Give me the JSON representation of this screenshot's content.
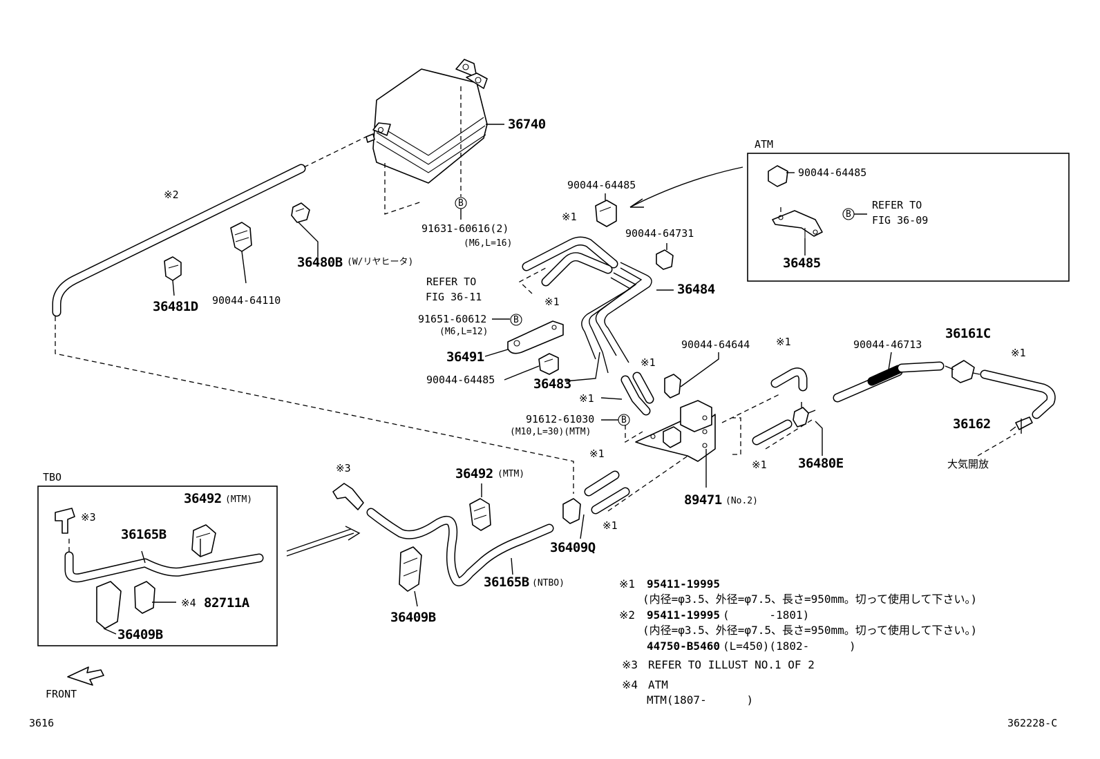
{
  "labels": {
    "p36740": "36740",
    "p90044_64485_a": "90044-64485",
    "p90044_64485_b": "90044-64485",
    "p90044_64485_c": "90044-64485",
    "p91631": "91631-60616(2)",
    "p91631_spec": "(M6,L=16)",
    "p36480B": "36480B",
    "p36480B_note": "(W/リヤヒータ)",
    "p36481D": "36481D",
    "p90044_64110": "90044-64110",
    "p90044_64731": "90044-64731",
    "p36484": "36484",
    "refer_fig_36_11_a": "REFER TO",
    "refer_fig_36_11_b": "FIG 36-11",
    "p91651": "91651-60612",
    "p91651_spec": "(M6,L=12)",
    "p36491": "36491",
    "p36483": "36483",
    "p90044_64644": "90044-64644",
    "p90044_46713": "90044-46713",
    "p36161C": "36161C",
    "p36162": "36162",
    "taiki": "大気開放",
    "p91612": "91612-61030",
    "p91612_spec": "(M10,L=30)(MTM)",
    "p36480E": "36480E",
    "p89471": "89471",
    "p89471_note": "(No.2)",
    "p36409Q": "36409Q",
    "p36492_mtm_main": "36492",
    "mtm_tag_main": "(MTM)",
    "p36165B_ntbo": "36165B",
    "ntbo_tag": "(NTBO)",
    "p36409B_main": "36409B",
    "atm_box_title": "ATM",
    "atm_refer_a": "REFER TO",
    "atm_refer_b": "FIG 36-09",
    "p36485": "36485",
    "tbo_box_title": "TBO",
    "tbo_p36492": "36492",
    "tbo_mtm_tag": "(MTM)",
    "tbo_p36165B": "36165B",
    "tbo_ref3": "※3",
    "tbo_ref4": "※4",
    "tbo_p82711A": "82711A",
    "tbo_p36409B": "36409B",
    "ref1": "※1",
    "ref2": "※2",
    "ref3": "※3",
    "circle_b": "B",
    "front": "FRONT",
    "page_code": "3616",
    "diagram_code": "362228-C"
  },
  "notes": {
    "n1_mark": "※1",
    "n1_part": "95411-19995",
    "n1_desc": "(内径=φ3.5、外径=φ7.5、長さ=950mm。切って使用して下さい。)",
    "n2_mark": "※2",
    "n2_part": "95411-19995",
    "n2_range": "(      -1801)",
    "n2_desc": "(内径=φ3.5、外径=φ7.5、長さ=950mm。切って使用して下さい。)",
    "n2_alt_part": "44750-B5460",
    "n2_alt_spec": "(L=450)(1802-      )",
    "n3_mark": "※3",
    "n3_text": "REFER TO ILLUST NO.1 OF 2",
    "n4_mark": "※4",
    "n4_line1": "ATM",
    "n4_line2": "MTM(1807-      )"
  }
}
